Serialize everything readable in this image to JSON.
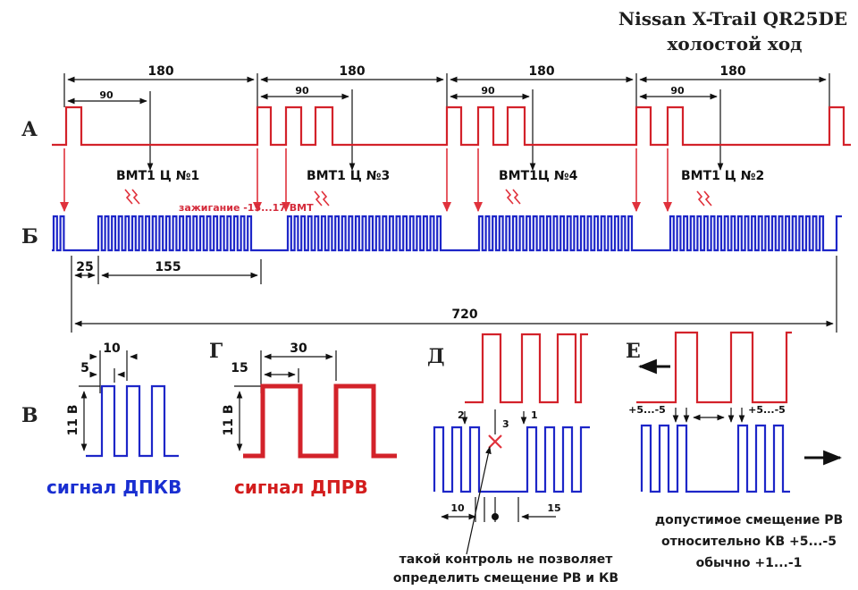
{
  "title": {
    "line1": "Nissan X-Trail  QR25DE",
    "line2": "холостой ход"
  },
  "rows": {
    "a": "А",
    "b": "Б",
    "v": "В",
    "g": "Г",
    "d": "Д",
    "e": "Е"
  },
  "segments": [
    {
      "full": "180",
      "half": "90",
      "tdc": "ВМТ1 Ц №1"
    },
    {
      "full": "180",
      "half": "90",
      "tdc": "ВМТ1 Ц №3"
    },
    {
      "full": "180",
      "half": "90",
      "tdc": "ВМТ1Ц №4"
    },
    {
      "full": "180",
      "half": "90",
      "tdc": "ВМТ1 Ц №2"
    }
  ],
  "ignition": "зажигание -15...17 ВМТ",
  "crank_dims": {
    "gap": "25",
    "run": "155",
    "total": "720"
  },
  "panel_v": {
    "dim_period": "10",
    "dim_pulse": "5",
    "voltage": "11 В",
    "caption": "сигнал ДПКВ"
  },
  "panel_g": {
    "dim_period": "30",
    "dim_pulse": "15",
    "voltage": "11 В",
    "caption": "сигнал ДПРВ"
  },
  "panel_d": {
    "mark1": "1",
    "mark2": "2",
    "mark3": "3",
    "dim_left": "10",
    "dim_right": "15",
    "note_line1": "такой контроль не позволяет",
    "note_line2": "определить смещение РВ и КВ"
  },
  "panel_e": {
    "dim_left": "+5...-5",
    "dim_right": "+5...-5",
    "note_line1": "допустимое смещение РВ",
    "note_line2": "относительно КВ +5...-5",
    "note_line3": "обычно +1...-1"
  },
  "colors": {
    "cam_signal": "#d3222a",
    "crank_signal": "#1d26c8",
    "ignition_arrow": "#e0323c"
  }
}
